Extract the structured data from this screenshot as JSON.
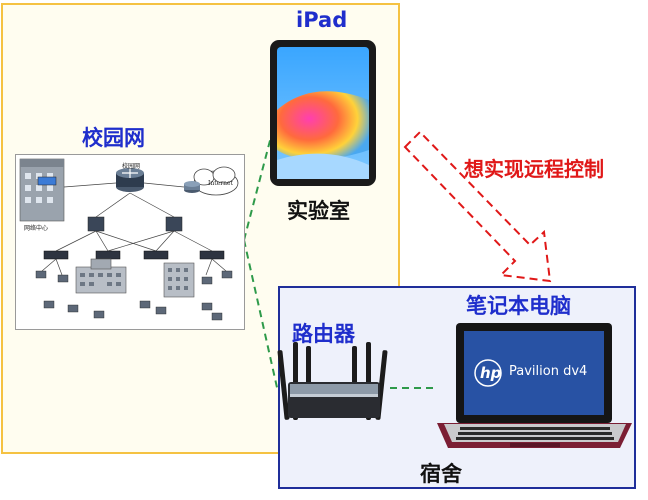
{
  "labels": {
    "campus": "校园网",
    "ipad": "iPad",
    "lab": "实验室",
    "router": "路由器",
    "laptop": "笔记本电脑",
    "dorm": "宿舍",
    "remote": "想实现远程控制"
  },
  "network_diagram": {
    "campus_net": "校园网",
    "internet": "Internet",
    "network_center": "网络中心"
  },
  "laptop_screen": {
    "brand": "hp",
    "model": "Pavilion dv4"
  },
  "colors": {
    "campus_border": "#F5C242",
    "dorm_border": "#1F2E9A",
    "label_blue": "#1F2ECC",
    "arrow_red": "#E01818",
    "link_green": "#2E9A4A"
  }
}
